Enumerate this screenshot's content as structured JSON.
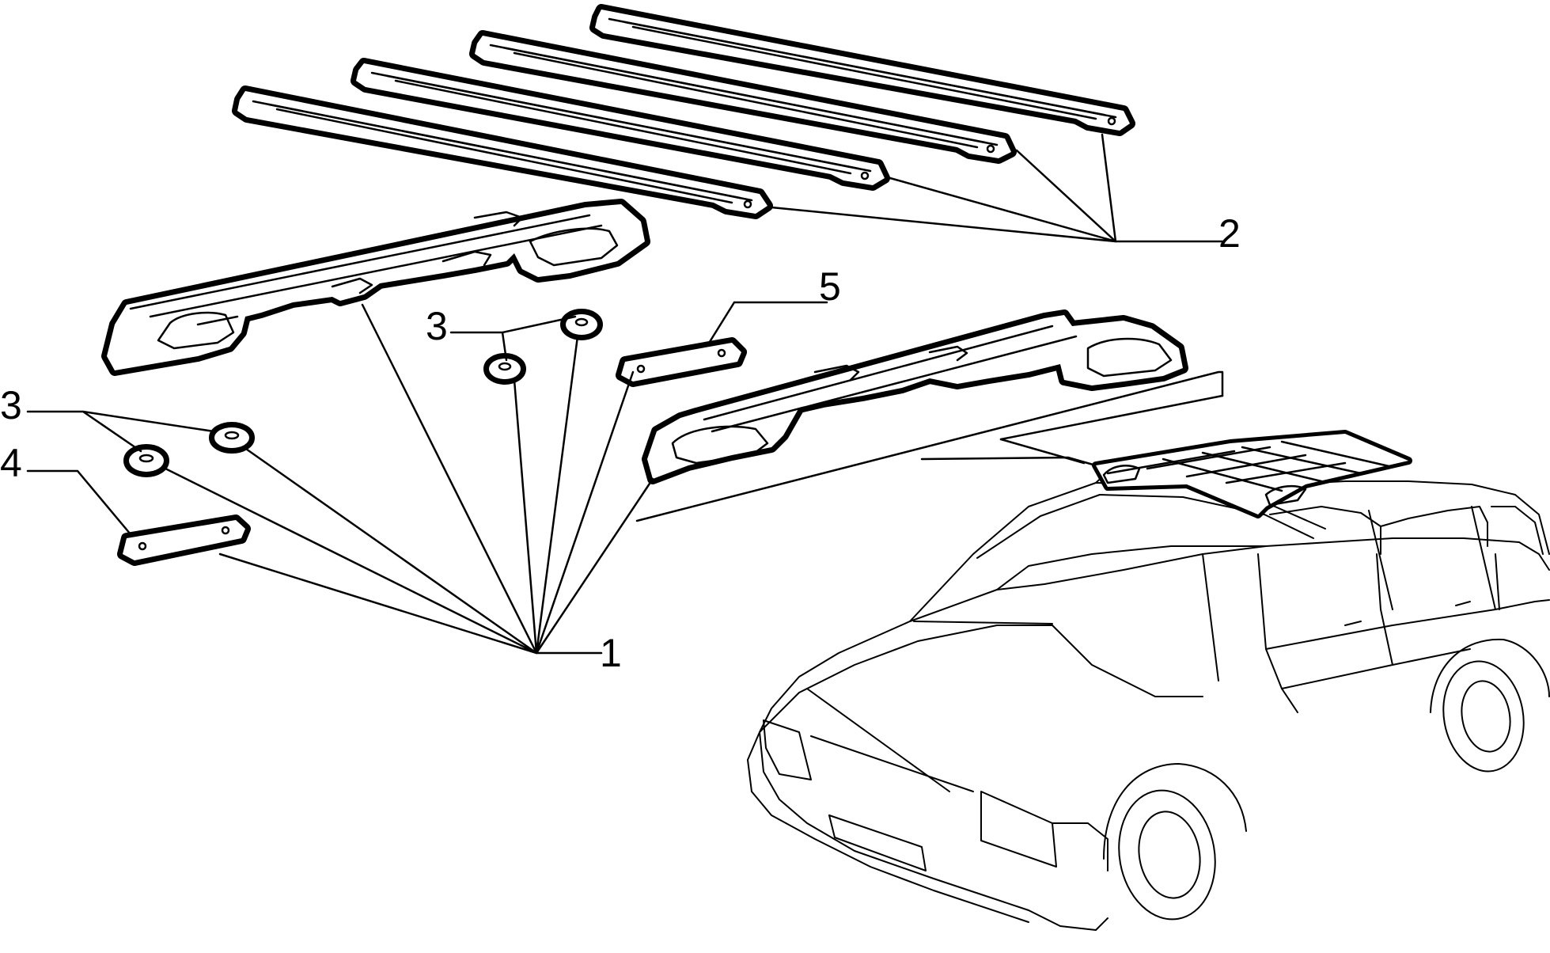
{
  "callouts": {
    "c1": "1",
    "c2": "2",
    "c3a": "3",
    "c3b": "3",
    "c4": "4",
    "c5": "5"
  },
  "colors": {
    "ink": "#000000",
    "paper": "#ffffff"
  }
}
